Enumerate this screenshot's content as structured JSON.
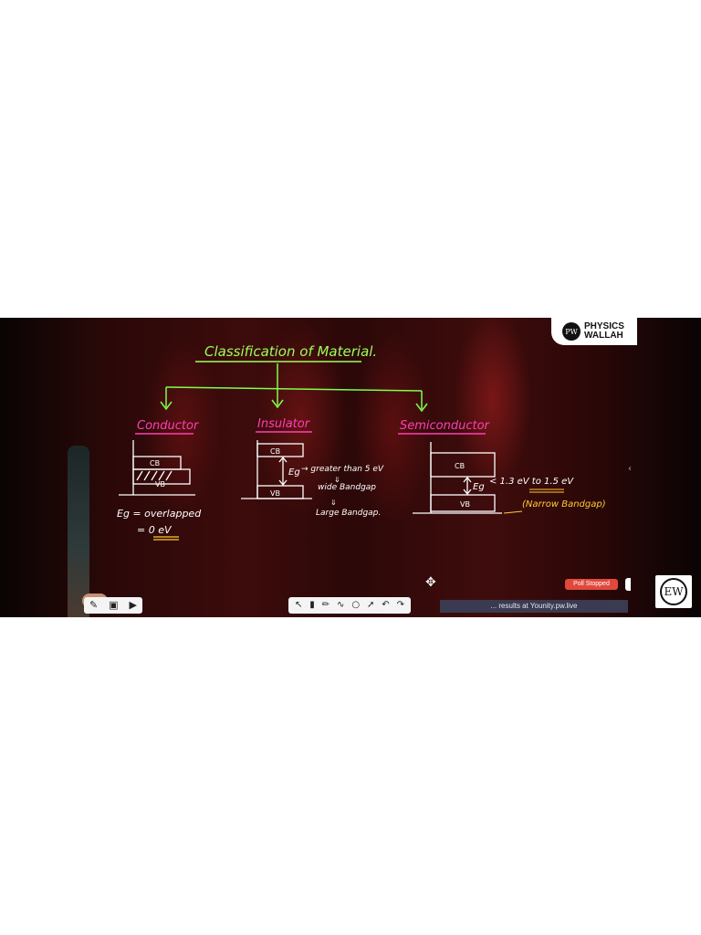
{
  "brand": {
    "logo_text_line1": "PHYSICS",
    "logo_text_line2": "WALLAH",
    "logo_mark": "PW",
    "corner_logo_mark": "EW"
  },
  "board": {
    "title": "Classification of Material.",
    "categories": [
      {
        "label": "Conductor"
      },
      {
        "label": "Insulator"
      },
      {
        "label": "Semiconductor"
      }
    ],
    "band_labels": {
      "cb": "CB",
      "vb": "VB"
    },
    "conductor": {
      "eq_line1": "Eg = overlapped",
      "eq_line2": "= 0 eV"
    },
    "insulator": {
      "eg": "Eg",
      "arrow_note": "→ greater than 5 eV",
      "note2": "wide Bandgap",
      "note3": "Large Bandgap."
    },
    "semiconductor": {
      "eg": "Eg",
      "range": "< 1.3 eV to 1.5 eV",
      "note": "(Narrow Bandgap)"
    },
    "colors": {
      "title": "#9cff5a",
      "heading": "#ff3fb4",
      "ink": "#ffffff",
      "arrow": "#7dff4a",
      "highlight": "#ffcc33"
    }
  },
  "overlay": {
    "poll_status": "Poll Stopped",
    "results_text": "... results at Younity.pw.live",
    "move_icon": "✥"
  },
  "toolbar_left": [
    "pen-icon",
    "camera-icon",
    "play-icon"
  ],
  "toolbar_draw": [
    "pointer-icon",
    "highlighter-icon",
    "marker-icon",
    "curve-icon",
    "shape-icon",
    "laser-icon",
    "undo-icon",
    "redo-icon"
  ]
}
